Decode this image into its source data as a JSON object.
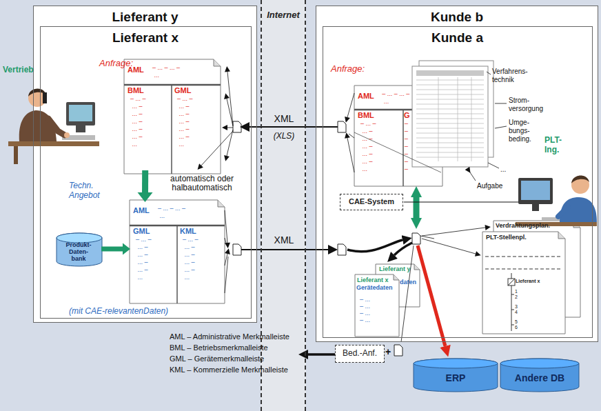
{
  "diagram": {
    "nodes": [
      {
        "text": [
          "Lieferant y"
        ]
      },
      {
        "text": [
          "Lieferant x"
        ],
        "in": 0
      },
      {
        "text": [
          "AML",
          "– ... – ... – ..."
        ],
        "in": 1
      },
      {
        "text": [
          "BML",
          "– ... – ... – ... – ... – ... – ... – ..."
        ],
        "in": 1
      },
      {
        "text": [
          "GML",
          "– ... – ... – ... – ... – ... – ... – ..."
        ],
        "in": 1
      },
      {
        "text": [
          "AML",
          "– ... – ... – ..."
        ],
        "in": 1
      },
      {
        "text": [
          "GML",
          "– ... – ... – ... – ... – ... – ..."
        ],
        "in": 1
      },
      {
        "text": [
          "KML",
          "– ... – ... – ... – ... – ... – ..."
        ],
        "in": 1
      },
      {
        "text": [
          "Produkt- Daten- bank"
        ],
        "in": 1
      },
      {
        "text": [
          "Internet"
        ]
      },
      {
        "text": [
          "Kunde b"
        ]
      },
      {
        "text": [
          "Kunde a"
        ],
        "in": 10
      },
      {
        "text": [
          "AML",
          "– ... – ... – ..."
        ],
        "in": 11
      },
      {
        "text": [
          "BML",
          "– ... – ... – ... – ... – ... – ... – ..."
        ],
        "in": 11
      },
      {
        "text": [
          "G",
          "– – – – – – –"
        ],
        "in": 11
      },
      {
        "text": [
          "CAE-System"
        ],
        "in": 11
      },
      {
        "text": [
          "Lieferant y",
          "daten"
        ],
        "in": 11
      },
      {
        "text": [
          "Lieferant x",
          "Gerätedaten",
          "– ... – ... – ... – ..."
        ],
        "in": 11
      },
      {
        "text": [
          "Verdrahtungsplan."
        ],
        "in": 11
      },
      {
        "text": [
          "PLT-Stellenpl.",
          "Lieferant x",
          "1",
          "2",
          "3",
          "4",
          "5",
          "6"
        ],
        "in": 11
      },
      {
        "text": [
          "Bed.-Anf."
        ]
      },
      {
        "text": [
          "ERP"
        ]
      },
      {
        "text": [
          "Andere DB"
        ]
      }
    ],
    "edges": [
      {
        "from": 3,
        "to": 5,
        "arrow": "to",
        "label": "automatisch oder halbautomatisch"
      },
      {
        "from": 8,
        "to": 6,
        "arrow": "to"
      }
    ],
    "labels": [
      "Vertrieb",
      "Anfrage:",
      "XML",
      "(XLS)",
      "Anfrage:",
      "Verfahrens- technik",
      "Strom- versorgung",
      "Umge- bungs- beding.",
      "...",
      "Aufgabe",
      "PLT- Ing.",
      "Techn. Angebot",
      "XML",
      "(mit CAE-relevantenDaten)",
      "+",
      "AML – Administrative Merkmalleiste",
      "BML – Betriebsmerkmalleiste",
      "GML – Gerätemerkmalleiste",
      "KML – Kommerzielle Merkmalleiste"
    ]
  }
}
